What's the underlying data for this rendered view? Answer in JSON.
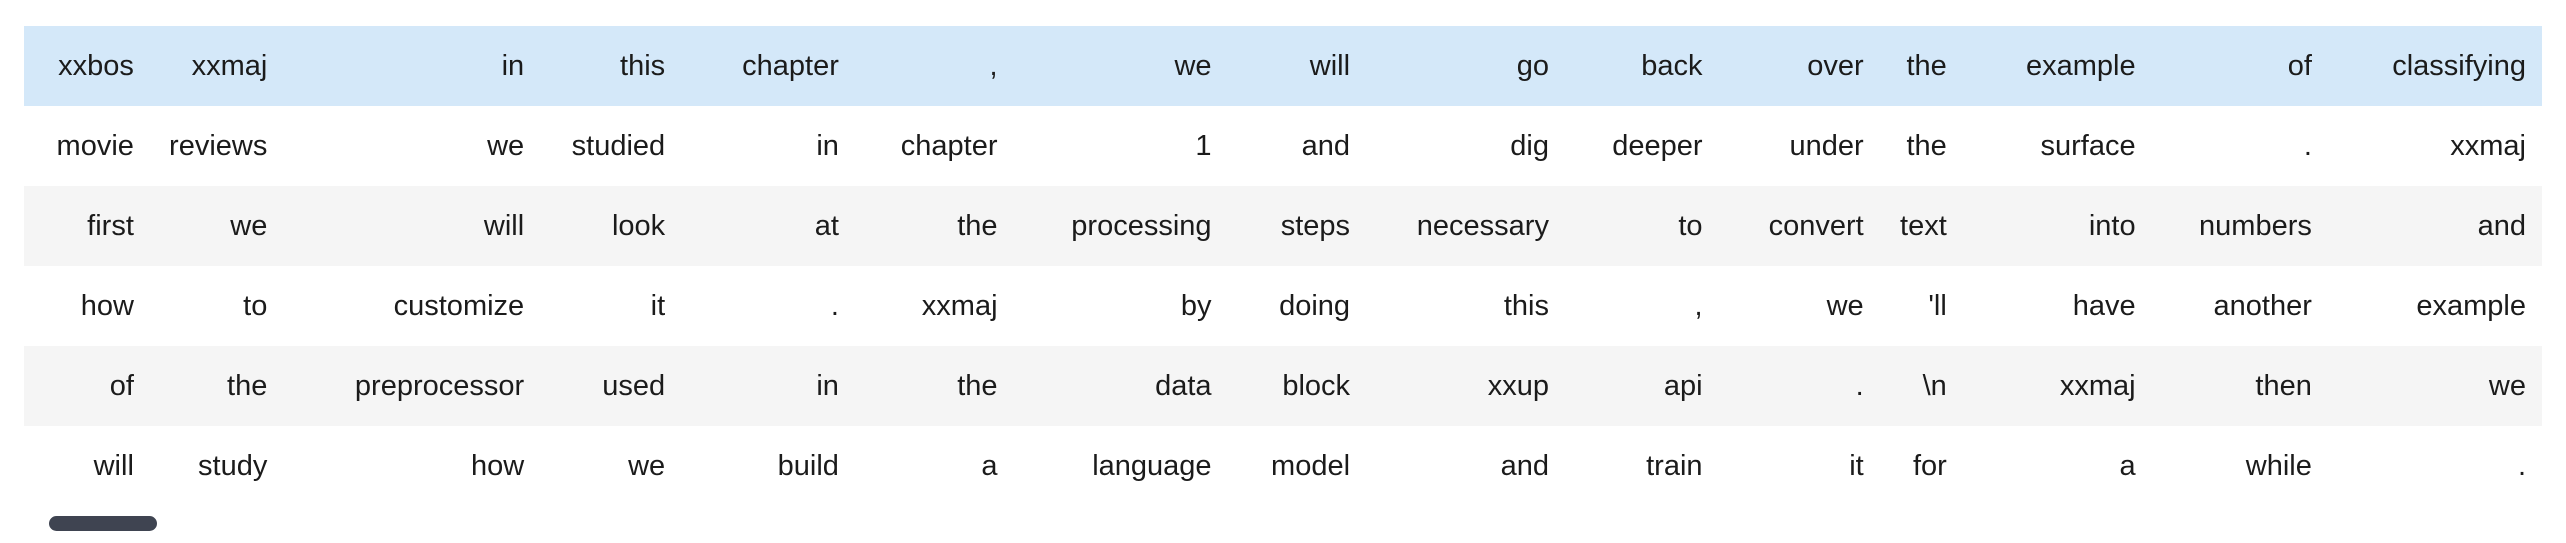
{
  "table": {
    "rows": [
      {
        "style": "highlight",
        "cells": [
          "xxbos",
          "xxmaj",
          "in",
          "this",
          "chapter",
          ",",
          "we",
          "will",
          "go",
          "back",
          "over",
          "the",
          "example",
          "of",
          "classifying"
        ]
      },
      {
        "style": "plain",
        "cells": [
          "movie",
          "reviews",
          "we",
          "studied",
          "in",
          "chapter",
          "1",
          "and",
          "dig",
          "deeper",
          "under",
          "the",
          "surface",
          ".",
          "xxmaj"
        ]
      },
      {
        "style": "stripe",
        "cells": [
          "first",
          "we",
          "will",
          "look",
          "at",
          "the",
          "processing",
          "steps",
          "necessary",
          "to",
          "convert",
          "text",
          "into",
          "numbers",
          "and"
        ]
      },
      {
        "style": "plain",
        "cells": [
          "how",
          "to",
          "customize",
          "it",
          ".",
          "xxmaj",
          "by",
          "doing",
          "this",
          ",",
          "we",
          "'ll",
          "have",
          "another",
          "example"
        ]
      },
      {
        "style": "stripe",
        "cells": [
          "of",
          "the",
          "preprocessor",
          "used",
          "in",
          "the",
          "data",
          "block",
          "xxup",
          "api",
          ".",
          "\\n",
          "xxmaj",
          "then",
          "we"
        ]
      },
      {
        "style": "plain",
        "cells": [
          "will",
          "study",
          "how",
          "we",
          "build",
          "a",
          "language",
          "model",
          "and",
          "train",
          "it",
          "for",
          "a",
          "while",
          "."
        ]
      }
    ]
  },
  "colors": {
    "highlight_row": "#d4e8f9",
    "stripe_row": "#f5f5f5",
    "plain_row": "#ffffff",
    "text": "#1b1b1b",
    "scrollbar_thumb": "#3f4451",
    "page_background": "#ffffff"
  },
  "scrollbar": {
    "orientation": "horizontal",
    "present": true
  }
}
